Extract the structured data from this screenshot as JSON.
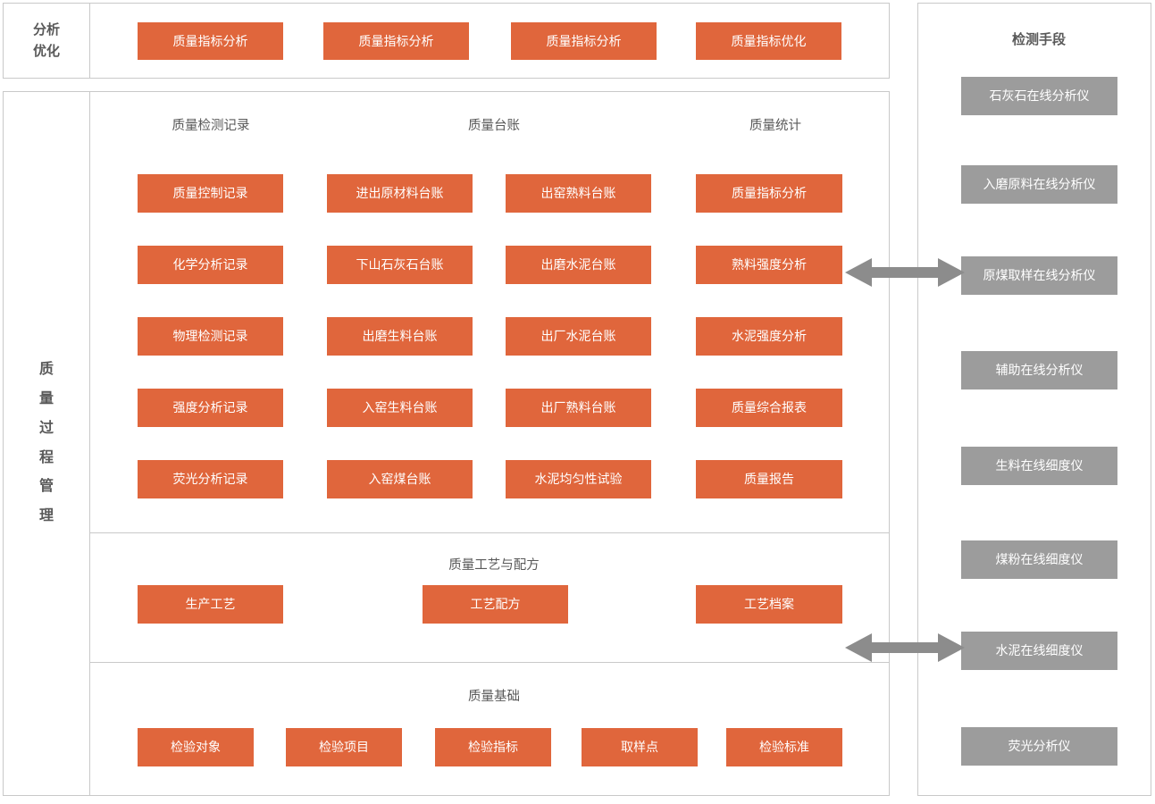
{
  "theme": {
    "orange": "#E0663C",
    "gray": "#9C9C9C",
    "border": "#c9c9c9",
    "text": "#595959",
    "arrow": "#8C8C8C"
  },
  "left_rail": {
    "top_label_line1": "分析",
    "top_label_line2": "优化",
    "main_label_chars": [
      "质",
      "量",
      "过",
      "程",
      "管",
      "理"
    ]
  },
  "top_row": {
    "boxes": [
      {
        "label": "质量指标分析"
      },
      {
        "label": "质量指标分析"
      },
      {
        "label": "质量指标分析"
      },
      {
        "label": "质量指标优化"
      }
    ]
  },
  "main_section": {
    "columns": [
      {
        "caption": "质量检测记录",
        "boxes": [
          {
            "label": "质量控制记录"
          },
          {
            "label": "化学分析记录"
          },
          {
            "label": "物理检测记录"
          },
          {
            "label": "强度分析记录"
          },
          {
            "label": "荧光分析记录"
          }
        ]
      },
      {
        "caption": "质量台账",
        "boxes": [
          {
            "label": "进出原材料台账"
          },
          {
            "label": "下山石灰石台账"
          },
          {
            "label": "出磨生料台账"
          },
          {
            "label": "入窑生料台账"
          },
          {
            "label": "入窑煤台账"
          }
        ]
      },
      {
        "caption": "",
        "boxes": [
          {
            "label": "出窑熟料台账"
          },
          {
            "label": "出磨水泥台账"
          },
          {
            "label": "出厂水泥台账"
          },
          {
            "label": "出厂熟料台账"
          },
          {
            "label": "水泥均匀性试验"
          }
        ]
      },
      {
        "caption": "质量统计",
        "boxes": [
          {
            "label": "质量指标分析"
          },
          {
            "label": "熟料强度分析"
          },
          {
            "label": "水泥强度分析"
          },
          {
            "label": "质量综合报表"
          },
          {
            "label": "质量报告"
          }
        ]
      }
    ]
  },
  "process_section": {
    "caption": "质量工艺与配方",
    "boxes": [
      {
        "label": "生产工艺"
      },
      {
        "label": "工艺配方"
      },
      {
        "label": "工艺档案"
      }
    ]
  },
  "foundation_section": {
    "caption": "质量基础",
    "boxes": [
      {
        "label": "检验对象"
      },
      {
        "label": "检验项目"
      },
      {
        "label": "检验指标"
      },
      {
        "label": "取样点"
      },
      {
        "label": "检验标准"
      }
    ]
  },
  "right_panel": {
    "title": "检测手段",
    "boxes": [
      {
        "label": "石灰石在线分析仪"
      },
      {
        "label": "入磨原料在线分析仪"
      },
      {
        "label": "原煤取样在线分析仪"
      },
      {
        "label": "辅助在线分析仪"
      },
      {
        "label": "生料在线细度仪"
      },
      {
        "label": "煤粉在线细度仪"
      },
      {
        "label": "水泥在线细度仪"
      },
      {
        "label": "荧光分析仪"
      }
    ]
  },
  "connectors": [
    {
      "name": "arrow-statistics-to-instruments",
      "direction": "double"
    },
    {
      "name": "arrow-process-to-instruments",
      "direction": "double"
    }
  ]
}
